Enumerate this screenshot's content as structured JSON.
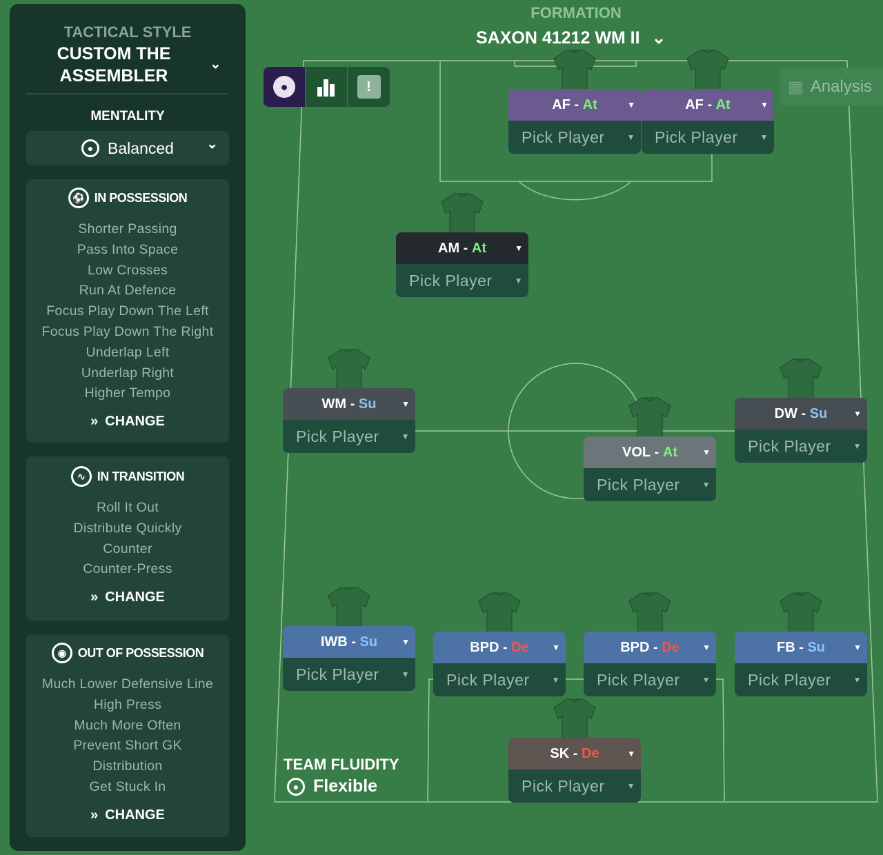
{
  "sidebar": {
    "tactical_style_label": "TACTICAL STYLE",
    "tactic_name": "CUSTOM THE ASSEMBLER",
    "mentality_label": "MENTALITY",
    "mentality_value": "Balanced",
    "sections": [
      {
        "title": "IN POSSESSION",
        "items": [
          "Shorter Passing",
          "Pass Into Space",
          "Low Crosses",
          "Run At Defence",
          "Focus Play Down The Left",
          "Focus Play Down The Right",
          "Underlap Left",
          "Underlap Right",
          "Higher Tempo"
        ],
        "change": "CHANGE"
      },
      {
        "title": "IN TRANSITION",
        "items": [
          "Roll It Out",
          "Distribute Quickly",
          "Counter",
          "Counter-Press"
        ],
        "change": "CHANGE"
      },
      {
        "title": "OUT OF POSSESSION",
        "items": [
          "Much Lower Defensive Line",
          "High Press",
          "Much More Often",
          "Prevent Short GK",
          "Distribution",
          "Get Stuck In"
        ],
        "change": "CHANGE"
      }
    ]
  },
  "formation": {
    "label": "FORMATION",
    "name": "SAXON 41212 WM II"
  },
  "analysis_label": "Analysis",
  "team_fluidity": {
    "label": "TEAM FLUIDITY",
    "value": "Flexible"
  },
  "colors": {
    "attack": "#7cf27a",
    "support": "#8ec3f5",
    "defend": "#f0564a"
  },
  "positions": [
    {
      "role": "AF",
      "duty": "At",
      "player": "Pick Player"
    },
    {
      "role": "AF",
      "duty": "At",
      "player": "Pick Player"
    },
    {
      "role": "AM",
      "duty": "At",
      "player": "Pick Player"
    },
    {
      "role": "WM",
      "duty": "Su",
      "player": "Pick Player"
    },
    {
      "role": "VOL",
      "duty": "At",
      "player": "Pick Player"
    },
    {
      "role": "DW",
      "duty": "Su",
      "player": "Pick Player"
    },
    {
      "role": "IWB",
      "duty": "Su",
      "player": "Pick Player"
    },
    {
      "role": "BPD",
      "duty": "De",
      "player": "Pick Player"
    },
    {
      "role": "BPD",
      "duty": "De",
      "player": "Pick Player"
    },
    {
      "role": "FB",
      "duty": "Su",
      "player": "Pick Player"
    },
    {
      "role": "SK",
      "duty": "De",
      "player": "Pick Player"
    }
  ]
}
